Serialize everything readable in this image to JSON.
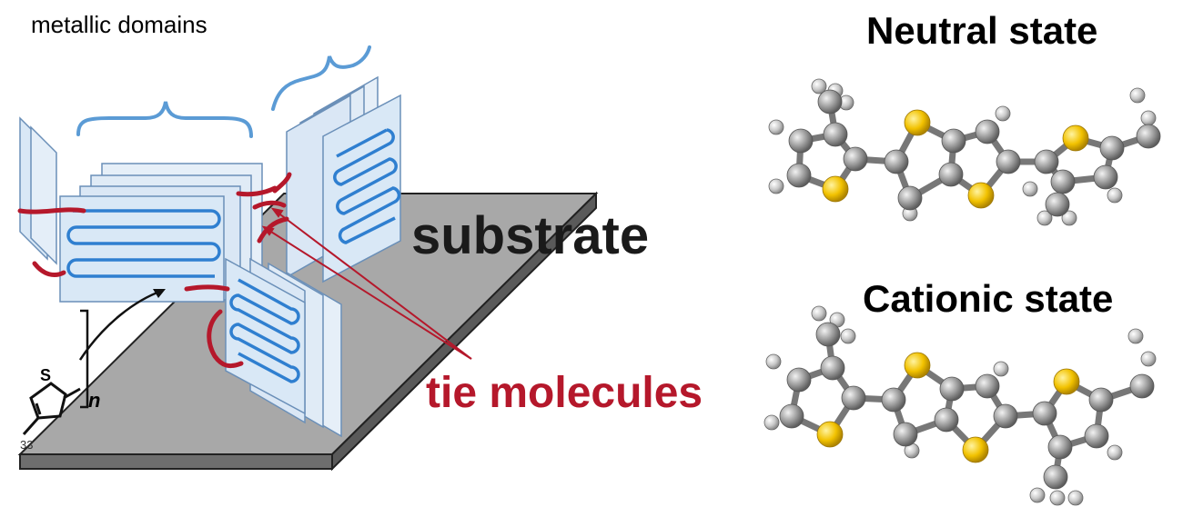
{
  "labels": {
    "metallic_domains": "metallic domains",
    "neutral_state": "Neutral state",
    "cationic_state": "Cationic state",
    "substrate": "substrate",
    "tie_molecules": "tie molecules",
    "repeat_n": "n",
    "ring_atom": "S",
    "corner_number": "33"
  },
  "colors": {
    "tie_molecule": "#b5182b",
    "lamella_fill": "#d9e8f6",
    "lamella_chain": "#2f7fd0",
    "brace": "#5b9bd5",
    "substrate": "#a8a8a8",
    "carbon": "#9a9a9a",
    "sulfur": "#f2c200",
    "hydrogen": "#c8c8c8"
  }
}
